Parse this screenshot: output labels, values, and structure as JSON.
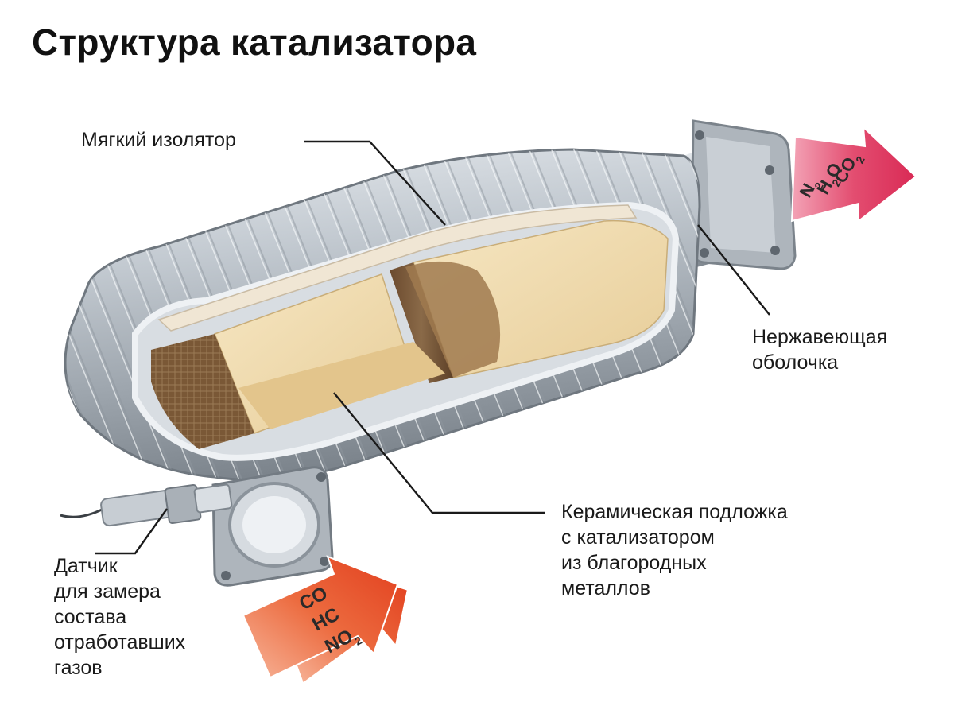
{
  "title": "Структура катализатора",
  "labels": {
    "insulator": "Мягкий изолятор",
    "shell": [
      "Нержавеющая",
      "оболочка"
    ],
    "ceramic": [
      "Керамическая подложка",
      "с катализатором",
      "из благородных",
      "металлов"
    ],
    "sensor": [
      "Датчик",
      "для замера",
      "состава",
      "отработавших",
      "газов"
    ]
  },
  "gases": {
    "inlet": [
      {
        "base": "CO",
        "sub": ""
      },
      {
        "base": "HC",
        "sub": ""
      },
      {
        "base": "NO",
        "sub": "2"
      }
    ],
    "outlet": [
      {
        "base": "CO",
        "sub": "2"
      },
      {
        "base": "H",
        "sub": "2",
        "tail": "O"
      },
      {
        "base": "N",
        "sub": "2"
      }
    ]
  },
  "colors": {
    "inlet_arrow": "#e8542c",
    "outlet_arrow": "#e0325a",
    "ceramic": "#ecd4a2",
    "metal": "#b9c0c8"
  }
}
